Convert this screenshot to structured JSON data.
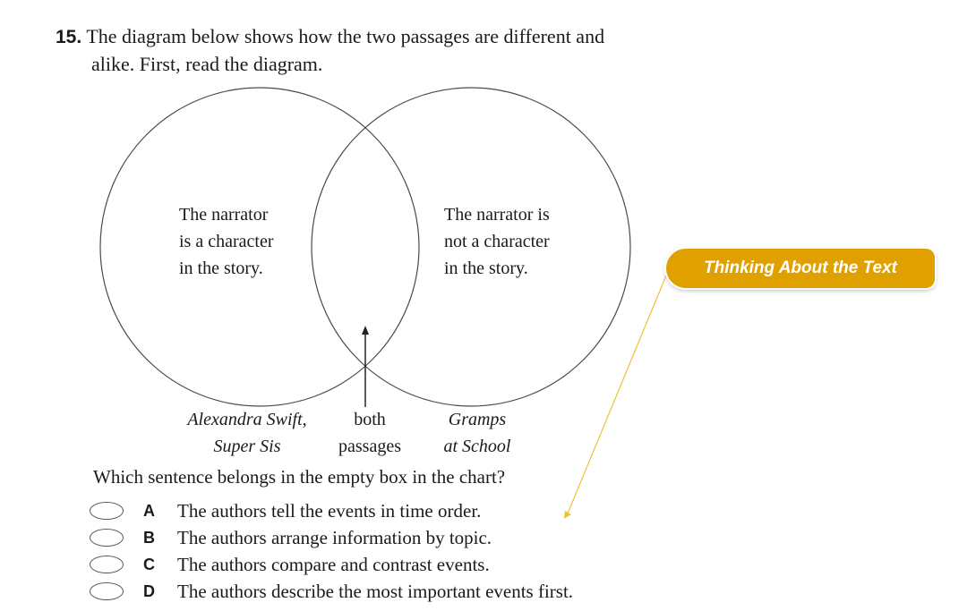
{
  "question": {
    "number": "15.",
    "stem_line1": "The diagram below shows how the two passages are different and",
    "stem_line2": "alike. First, read the diagram."
  },
  "venn": {
    "left_circle": [
      "The narrator",
      "is a character",
      "in the story."
    ],
    "right_circle": [
      "The narrator is",
      "not a character",
      "in the story."
    ],
    "overlap": "",
    "left_label": [
      "Alexandra Swift,",
      "Super Sis"
    ],
    "middle_label": [
      "both",
      "passages"
    ],
    "right_label": [
      "Gramps",
      "at School"
    ]
  },
  "prompt": "Which sentence belongs in the empty box in the chart?",
  "choices": [
    {
      "letter": "A",
      "text": "The authors tell the events in time order."
    },
    {
      "letter": "B",
      "text": "The authors arrange information by topic."
    },
    {
      "letter": "C",
      "text": "The authors compare and contrast events."
    },
    {
      "letter": "D",
      "text": "The authors describe the most important events first."
    }
  ],
  "callout": {
    "label": "Thinking About the Text",
    "color": "#e0a100"
  }
}
